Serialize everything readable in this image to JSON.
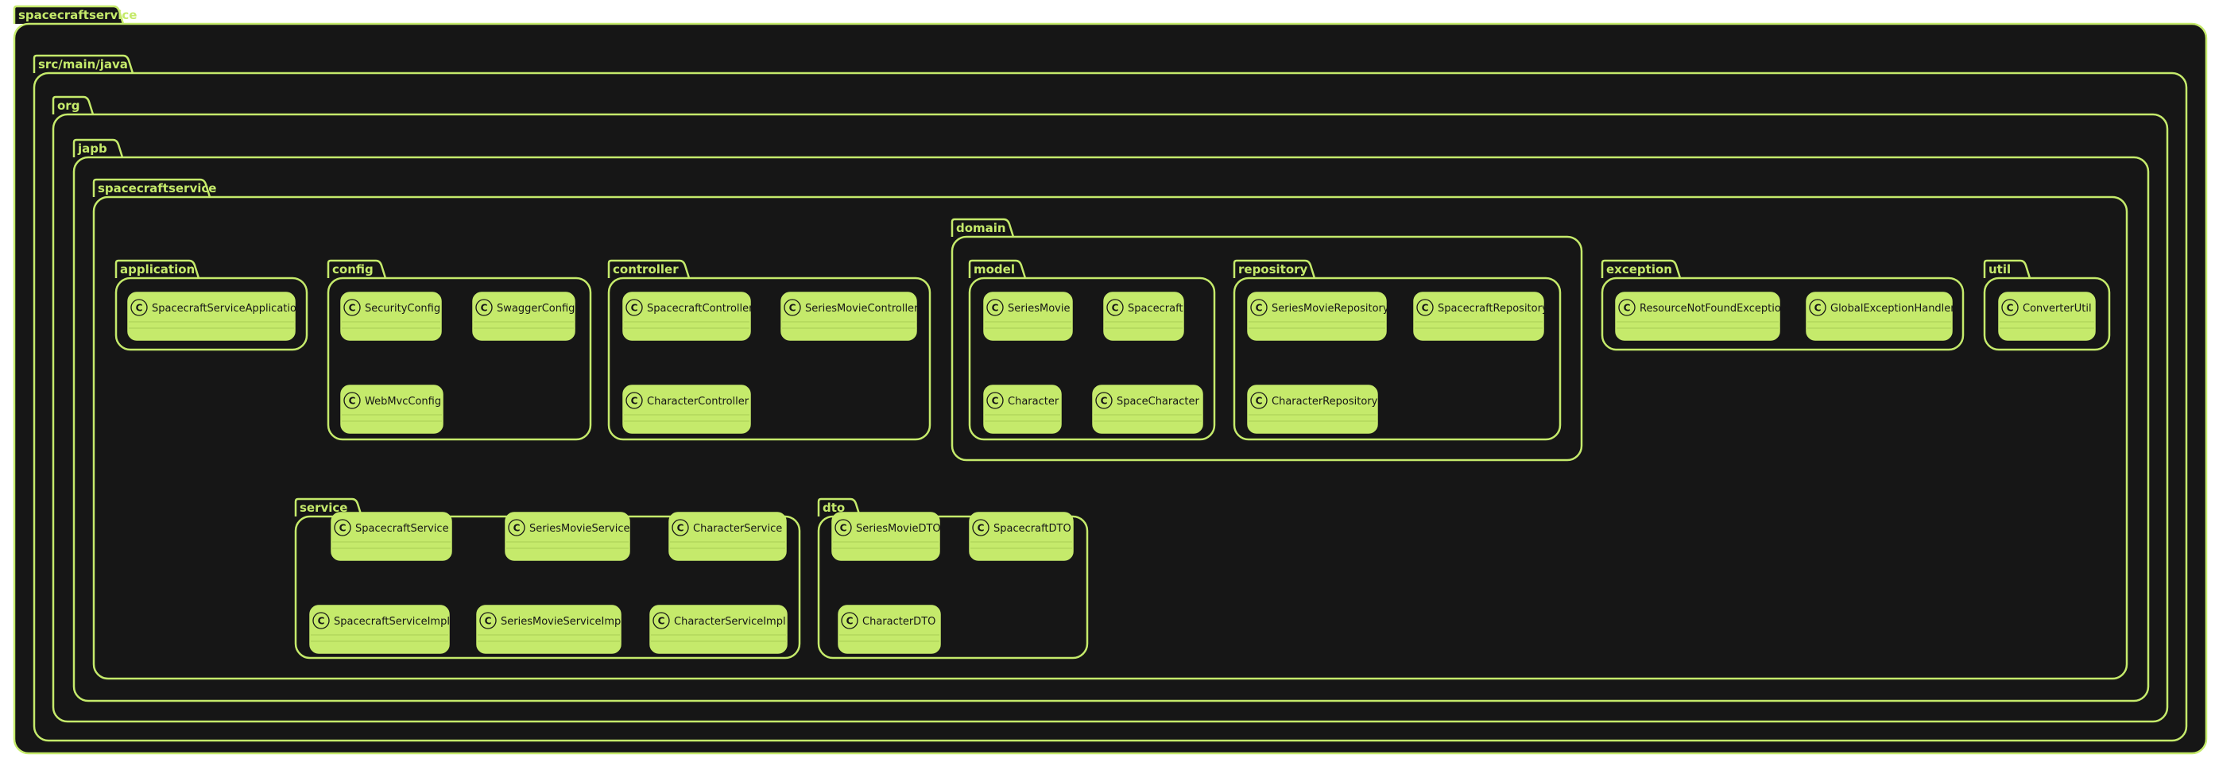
{
  "diagram": {
    "colors": {
      "background": "#161616",
      "accent": "#c5ea6b",
      "class_fill": "#c5ea6b",
      "class_text": "#161616"
    },
    "class_stereotype": "C",
    "packages": [
      {
        "id": "root",
        "name": "spacecraftservice"
      },
      {
        "id": "srcmainjava",
        "name": "src/main/java"
      },
      {
        "id": "org",
        "name": "org"
      },
      {
        "id": "japb",
        "name": "japb"
      },
      {
        "id": "ss",
        "name": "spacecraftservice"
      },
      {
        "id": "application",
        "name": "application"
      },
      {
        "id": "config",
        "name": "config"
      },
      {
        "id": "controller",
        "name": "controller"
      },
      {
        "id": "domain",
        "name": "domain"
      },
      {
        "id": "model",
        "name": "model"
      },
      {
        "id": "repository",
        "name": "repository"
      },
      {
        "id": "exception",
        "name": "exception"
      },
      {
        "id": "util",
        "name": "util"
      },
      {
        "id": "service",
        "name": "service"
      },
      {
        "id": "dto",
        "name": "dto"
      }
    ],
    "classes": [
      {
        "package": "application",
        "name": "SpacecraftServiceApplication"
      },
      {
        "package": "config",
        "name": "SecurityConfig"
      },
      {
        "package": "config",
        "name": "SwaggerConfig"
      },
      {
        "package": "config",
        "name": "WebMvcConfig"
      },
      {
        "package": "controller",
        "name": "SpacecraftController"
      },
      {
        "package": "controller",
        "name": "SeriesMovieController"
      },
      {
        "package": "controller",
        "name": "CharacterController"
      },
      {
        "package": "model",
        "name": "SeriesMovie"
      },
      {
        "package": "model",
        "name": "Spacecraft"
      },
      {
        "package": "model",
        "name": "Character"
      },
      {
        "package": "model",
        "name": "SpaceCharacter"
      },
      {
        "package": "repository",
        "name": "SeriesMovieRepository"
      },
      {
        "package": "repository",
        "name": "SpacecraftRepository"
      },
      {
        "package": "repository",
        "name": "CharacterRepository"
      },
      {
        "package": "exception",
        "name": "ResourceNotFoundException"
      },
      {
        "package": "exception",
        "name": "GlobalExceptionHandler"
      },
      {
        "package": "util",
        "name": "ConverterUtil"
      },
      {
        "package": "service",
        "name": "SpacecraftService"
      },
      {
        "package": "service",
        "name": "SeriesMovieService"
      },
      {
        "package": "service",
        "name": "CharacterService"
      },
      {
        "package": "service",
        "name": "SpacecraftServiceImpl"
      },
      {
        "package": "service",
        "name": "SeriesMovieServiceImpl"
      },
      {
        "package": "service",
        "name": "CharacterServiceImpl"
      },
      {
        "package": "dto",
        "name": "SeriesMovieDTO"
      },
      {
        "package": "dto",
        "name": "SpacecraftDTO"
      },
      {
        "package": "dto",
        "name": "CharacterDTO"
      }
    ]
  }
}
